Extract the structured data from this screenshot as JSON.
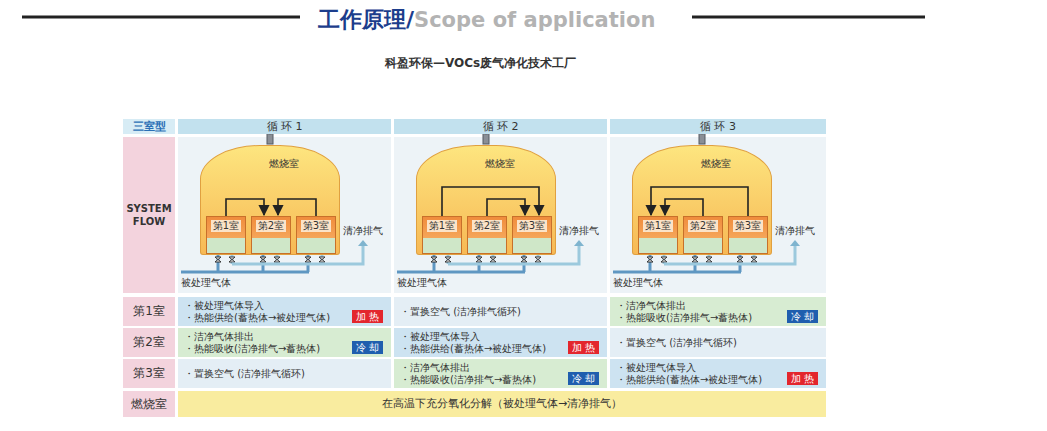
{
  "diagram": {
    "title": "工作原理/",
    "caption": "科盈环保—VOCs废气净化技术工厂",
    "nodes": [
      {
        "text": [
          "燃烧室"
        ]
      },
      {
        "text": [
          "第1室"
        ],
        "in": 0
      },
      {
        "text": [
          "第2室"
        ],
        "in": 0
      },
      {
        "text": [
          "第3室"
        ],
        "in": 0
      },
      {
        "text": [
          "燃烧室"
        ]
      },
      {
        "text": [
          "第1室"
        ],
        "in": 4
      },
      {
        "text": [
          "第2室"
        ],
        "in": 4
      },
      {
        "text": [
          "第3室"
        ],
        "in": 4
      },
      {
        "text": [
          "燃烧室"
        ]
      },
      {
        "text": [
          "第1室"
        ],
        "in": 8
      },
      {
        "text": [
          "第2室"
        ],
        "in": 8
      },
      {
        "text": [
          "第3室"
        ],
        "in": 8
      }
    ],
    "edges": [
      {
        "from": 1,
        "to": 2,
        "arrow": "to"
      },
      {
        "from": 3,
        "to": 2,
        "arrow": "to"
      },
      {
        "from": 6,
        "to": 7,
        "arrow": "to"
      },
      {
        "from": 5,
        "to": 7,
        "arrow": "to"
      },
      {
        "from": 11,
        "to": 9,
        "arrow": "to"
      },
      {
        "from": 10,
        "to": 9,
        "arrow": "to"
      }
    ],
    "labels": [
      "Scope of application",
      "三室型",
      "循 环 1",
      "循 环 2",
      "循 环 3",
      "SYSTEM FLOW",
      "清净排气",
      "被处理气体",
      "清净排气",
      "被处理气体",
      "清净排气",
      "被处理气体",
      "第1室",
      "・被处理气体导入",
      "・热能供给(蓄热体→被处理气体)",
      "加 热",
      "・置换空气 (洁净排气循环)",
      "・洁净气体排出",
      "・热能吸收(洁净排气→蓄热体)",
      "冷 却",
      "第2室",
      "・洁净气体排出",
      "・热能吸收(洁净排气→蓄热体)",
      "冷 却",
      "・被处理气体导入",
      "・热能供给(蓄热体→被处理气体)",
      "加 热",
      "・置换空气 (洁净排气循环)",
      "第3室",
      "・置换空气 (洁净排气循环)",
      "・洁净气体排出",
      "・热能吸收(洁净排气→蓄热体)",
      "冷 却",
      "・被处理气体导入",
      "・热能供给(蓄热体→被处理气体)",
      "加 热",
      "燃烧室",
      "在高温下充分氧化分解（被处理气体→清净排气）"
    ]
  }
}
